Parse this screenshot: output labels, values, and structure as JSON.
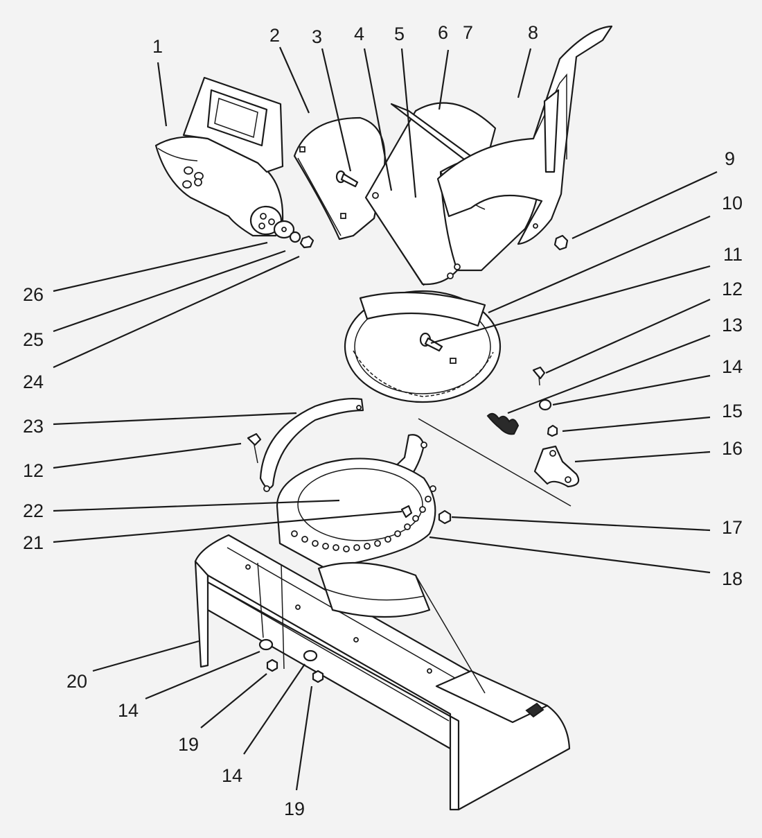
{
  "callouts": [
    {
      "id": "c1",
      "text": "1"
    },
    {
      "id": "c2",
      "text": "2"
    },
    {
      "id": "c3",
      "text": "3"
    },
    {
      "id": "c4",
      "text": "4"
    },
    {
      "id": "c5",
      "text": "5"
    },
    {
      "id": "c6",
      "text": "6"
    },
    {
      "id": "c7",
      "text": "7"
    },
    {
      "id": "c8",
      "text": "8"
    },
    {
      "id": "c9",
      "text": "9"
    },
    {
      "id": "c10",
      "text": "10"
    },
    {
      "id": "c11",
      "text": "11"
    },
    {
      "id": "c12a",
      "text": "12"
    },
    {
      "id": "c13",
      "text": "13"
    },
    {
      "id": "c14a",
      "text": "14"
    },
    {
      "id": "c15",
      "text": "15"
    },
    {
      "id": "c16",
      "text": "16"
    },
    {
      "id": "c17",
      "text": "17"
    },
    {
      "id": "c18",
      "text": "18"
    },
    {
      "id": "c26",
      "text": "26"
    },
    {
      "id": "c25",
      "text": "25"
    },
    {
      "id": "c24",
      "text": "24"
    },
    {
      "id": "c23",
      "text": "23"
    },
    {
      "id": "c12b",
      "text": "12"
    },
    {
      "id": "c22",
      "text": "22"
    },
    {
      "id": "c21",
      "text": "21"
    },
    {
      "id": "c20",
      "text": "20"
    },
    {
      "id": "c14b",
      "text": "14"
    },
    {
      "id": "c19a",
      "text": "19"
    },
    {
      "id": "c14c",
      "text": "14"
    },
    {
      "id": "c19b",
      "text": "19"
    }
  ]
}
